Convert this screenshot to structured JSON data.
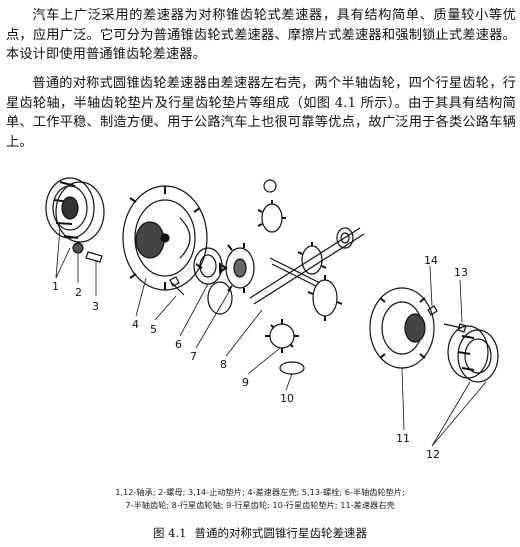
{
  "paragraphs": [
    "汽车上广泛采用的差速器为对称锥齿轮式差速器，具有结构简单、质量较小等优点，应用广泛。它可分为普通锥齿轮式差速器、摩擦片式差速器和强制锁止式差速器。本设计即使用普通锥齿轮差速器。",
    "普通的对称式圆锥齿轮差速器由差速器左右壳，两个半轴齿轮，四个行星齿轮，行星齿轮轴，半轴齿轮垫片及行星齿轮垫片等组成（如图 4.1 所示）。由于其具有结构简单、工作平稳、制造方便、用于公路汽车上也很可靠等优点，故广泛用于各类公路车辆上。"
  ],
  "figure": {
    "callouts": [
      "1",
      "2",
      "3",
      "4",
      "5",
      "6",
      "7",
      "8",
      "9",
      "10",
      "11",
      "12",
      "13",
      "14"
    ],
    "legend_line1": "1,12-轴承; 2-螺母; 3,14-止动垫片; 4-差速器左壳; 5,13-螺栓; 6-半轴齿轮垫片;",
    "legend_line2": "7-半轴齿轮; 8-行星齿轮轴; 9-行星齿轮; 10-行星齿轮垫片; 11-差速器右壳",
    "caption_number": "图 4.1",
    "caption_text": "普通的对称式圆锥行星齿轮差速器"
  }
}
